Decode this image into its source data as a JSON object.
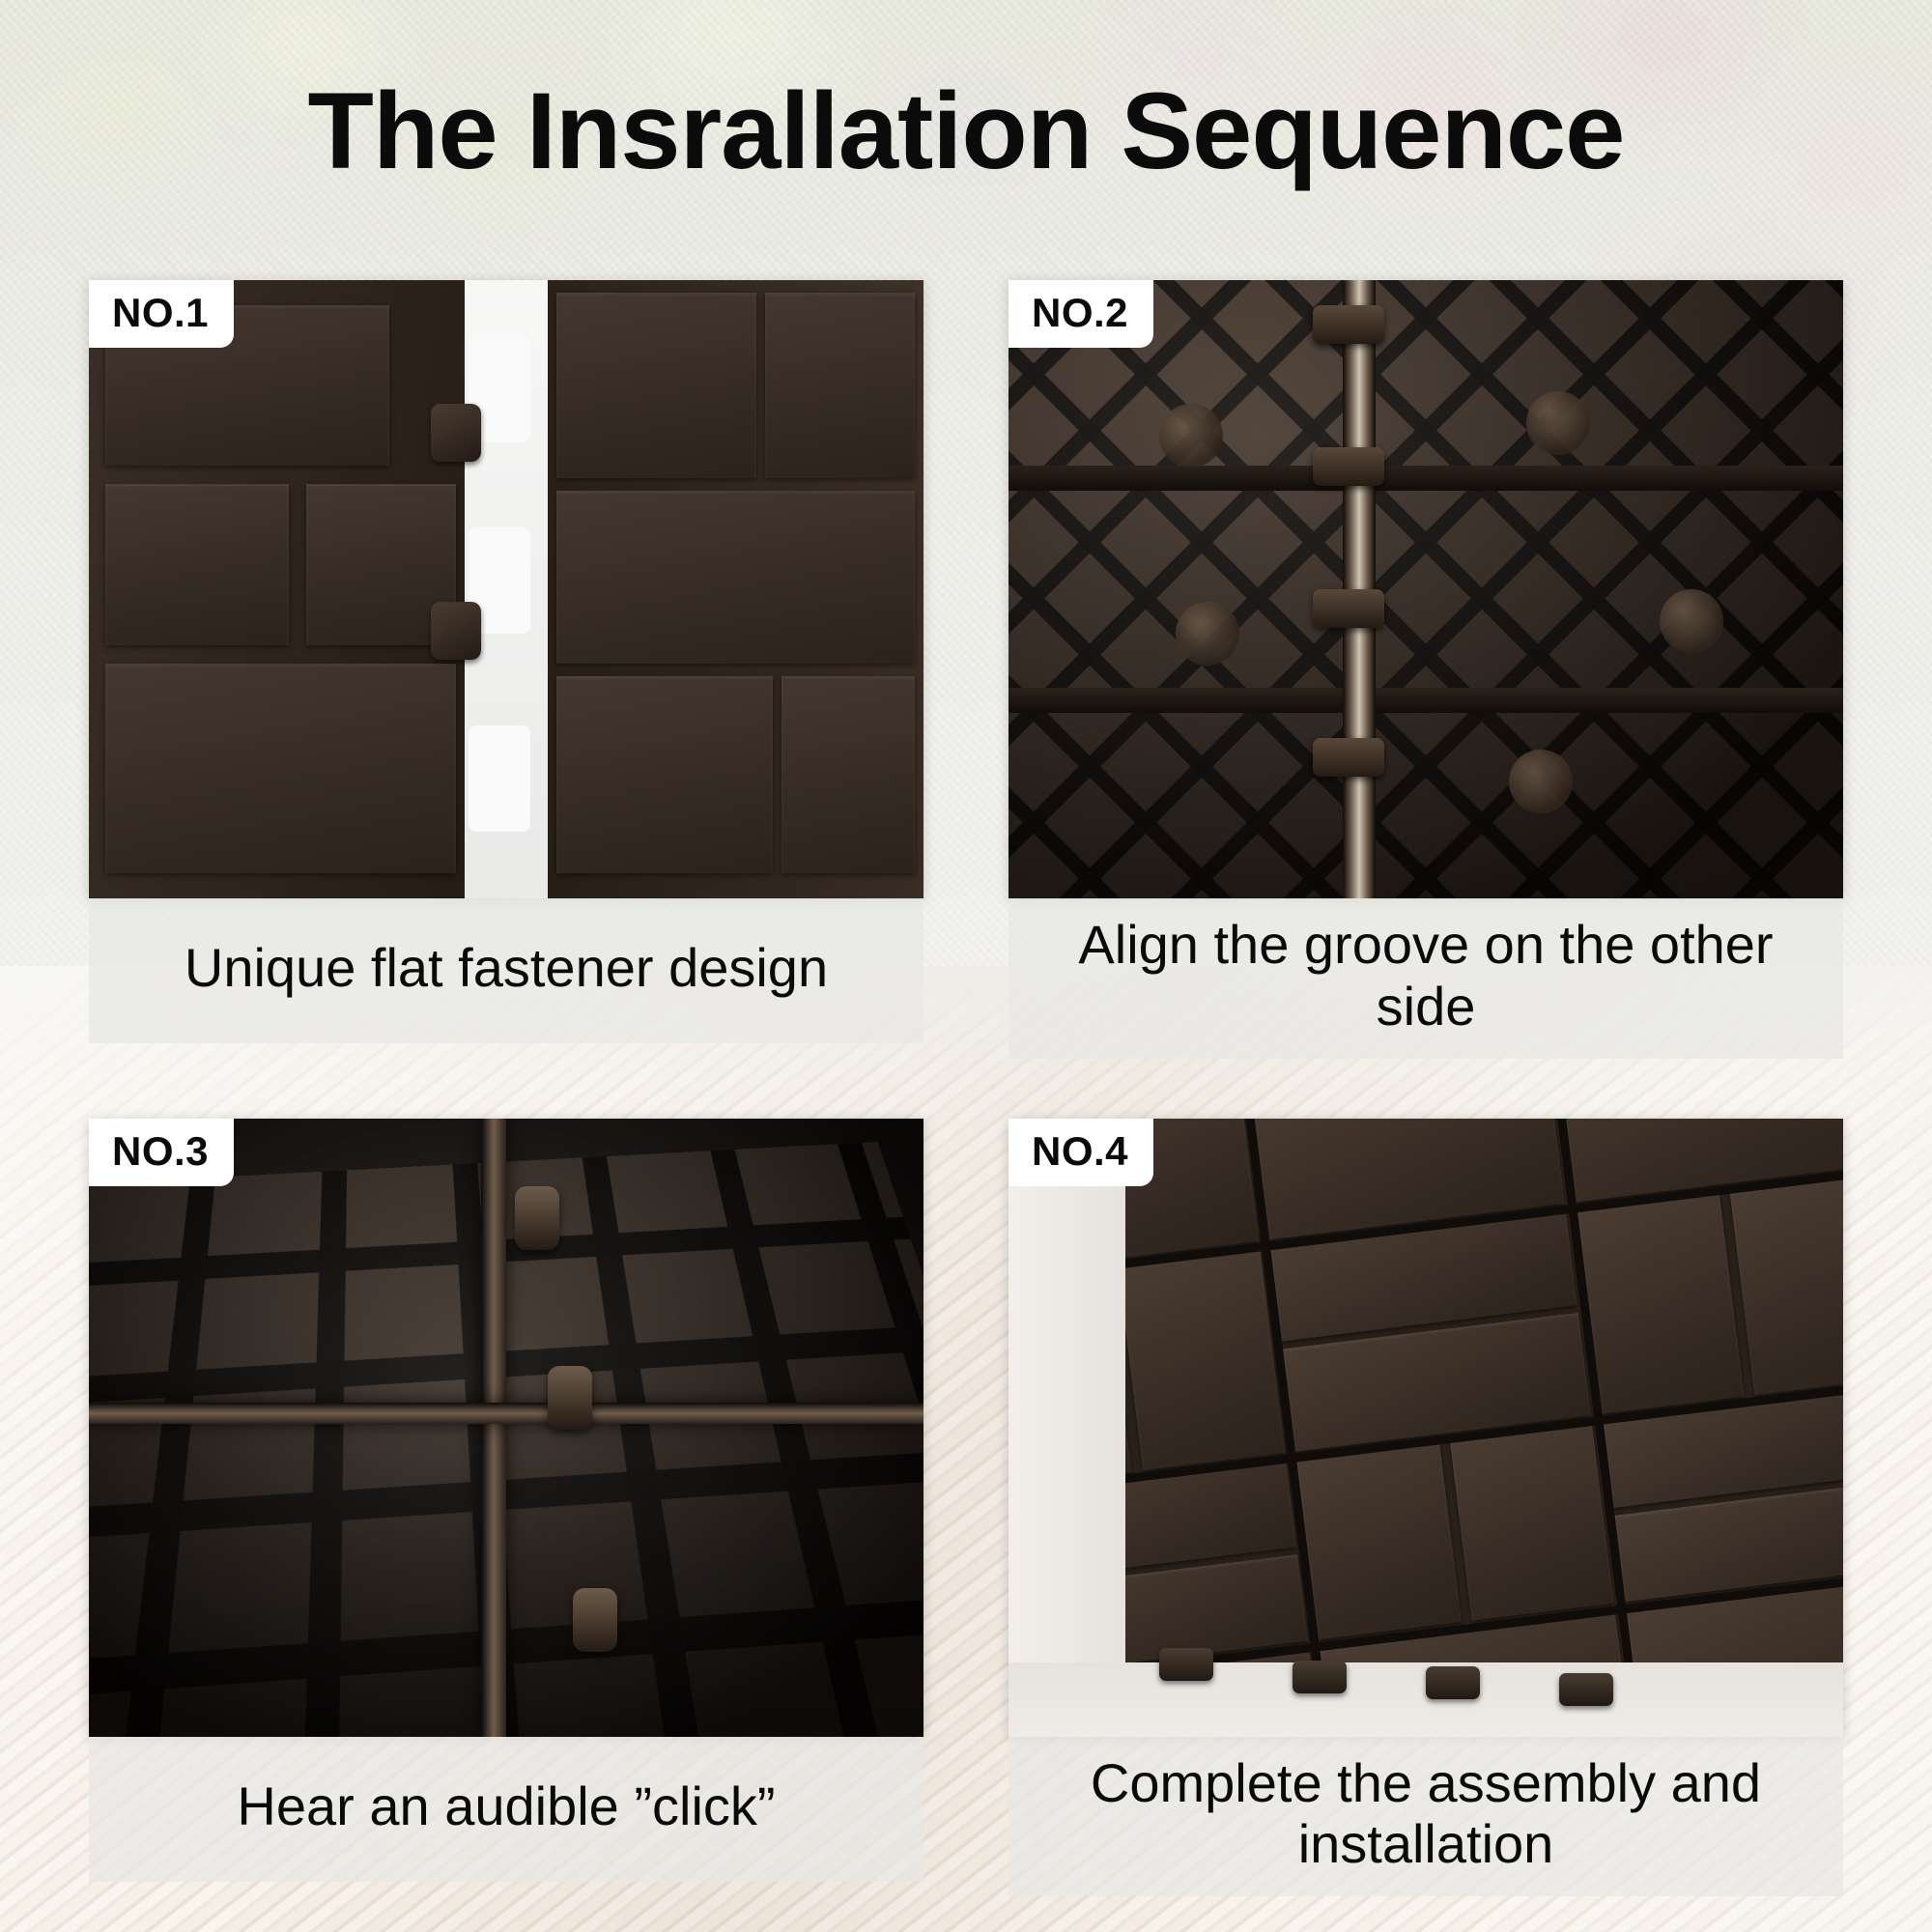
{
  "page": {
    "title": "The Insrallation Sequence",
    "background_description": "washed-out outdoor photo: foliage above, wooden deck below",
    "accent_badge_bg": "#ffffff",
    "accent_badge_text": "#0a0a0a",
    "caption_strip_bg": "#e8e7e5",
    "tile_color": "#2e241d"
  },
  "steps": [
    {
      "badge": "NO.1",
      "caption": "Unique flat fastener design",
      "caption_lines": [
        "Unique flat fastener design"
      ],
      "photo_alt": "close-up of two deck tile edges showing flat interlocking fasteners"
    },
    {
      "badge": "NO.2",
      "caption": "Align the groove on the other side",
      "caption_lines": [
        "Align the groove on the",
        "other side"
      ],
      "photo_alt": "underside diamond lattice of tiles aligned along a metal rail"
    },
    {
      "badge": "NO.3",
      "caption": "Hear an audible ”click”",
      "caption_lines": [
        "Hear an audible ”click”"
      ],
      "photo_alt": "deep grid cells of tile underside snapping together"
    },
    {
      "badge": "NO.4",
      "caption": "Complete the assembly and installation",
      "caption_lines": [
        "Complete the assembly",
        "and installation"
      ],
      "photo_alt": "finished installed deck tile surface viewed at an angle"
    }
  ]
}
